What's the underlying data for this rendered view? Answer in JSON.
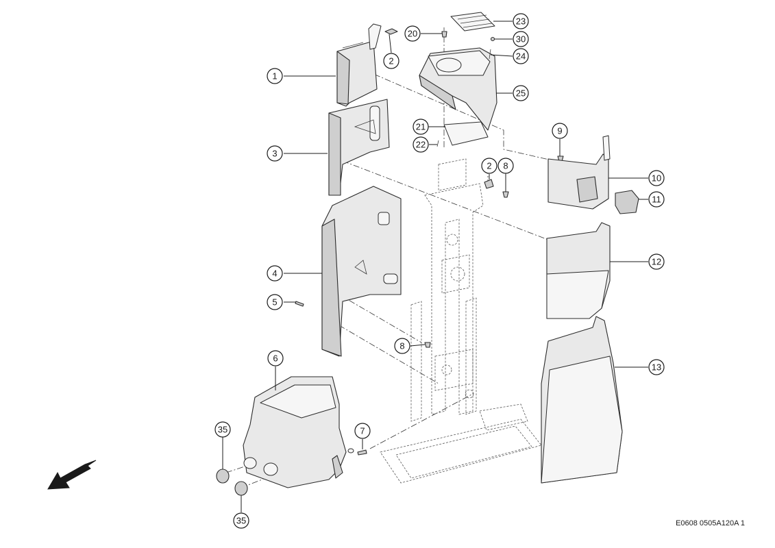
{
  "document_code": "E0608 0505A120A 1",
  "callout_labels": {
    "c1": "1",
    "c2a": "2",
    "c2b": "2",
    "c3": "3",
    "c4": "4",
    "c5": "5",
    "c6": "6",
    "c7": "7",
    "c8a": "8",
    "c8b": "8",
    "c9": "9",
    "c10": "10",
    "c11": "11",
    "c12": "12",
    "c13": "13",
    "c20": "20",
    "c21": "21",
    "c22": "22",
    "c23": "23",
    "c24": "24",
    "c25": "25",
    "c30": "30",
    "c35a": "35",
    "c35b": "35"
  }
}
